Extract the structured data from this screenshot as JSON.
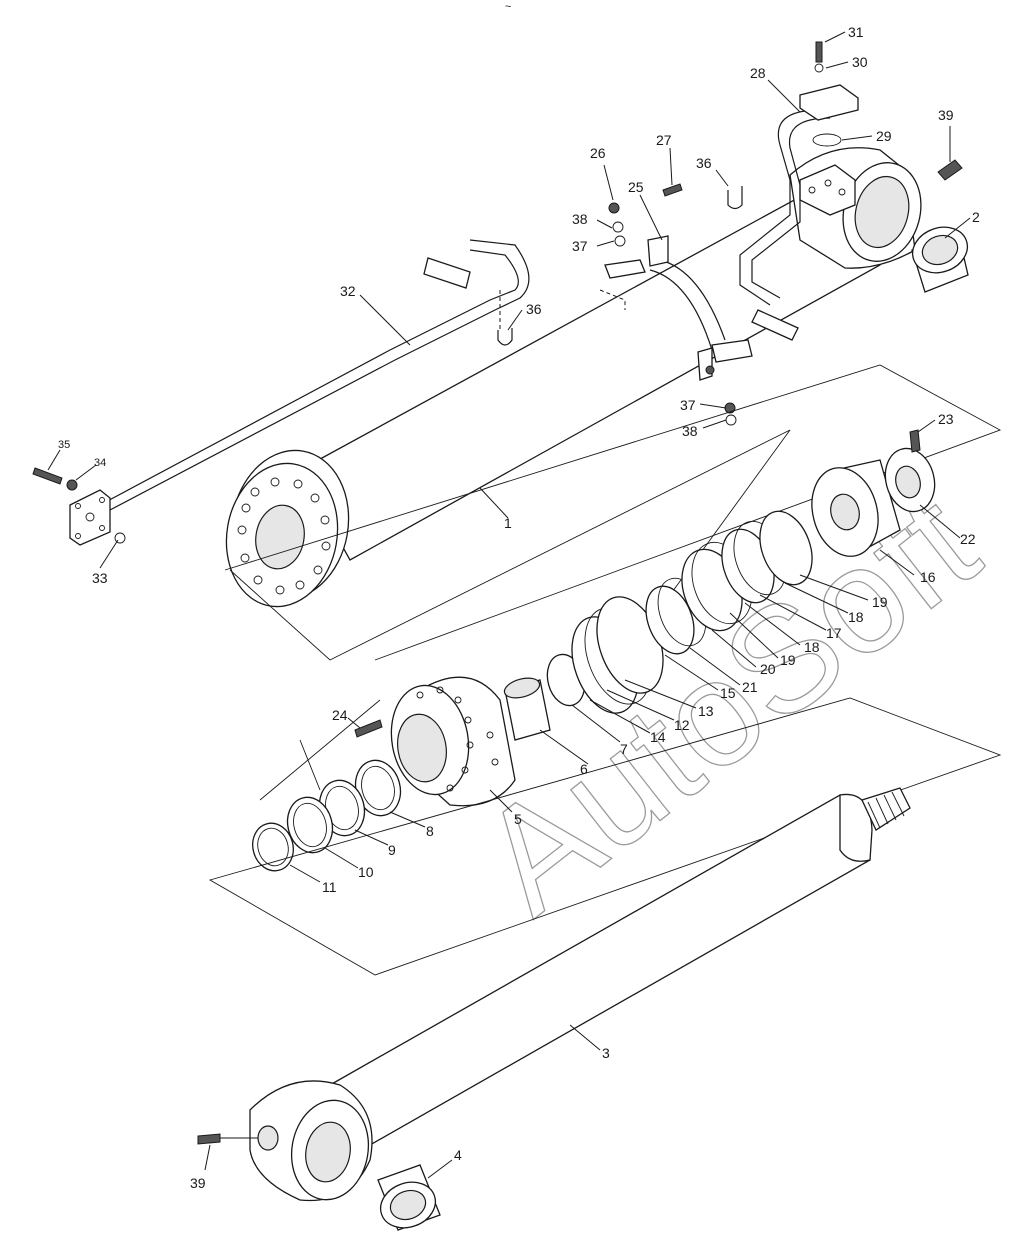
{
  "diagram": {
    "watermark": "AutoSoft",
    "top_mark": "~",
    "callouts": [
      {
        "id": "c1",
        "text": "1"
      },
      {
        "id": "c2",
        "text": "2"
      },
      {
        "id": "c3",
        "text": "3"
      },
      {
        "id": "c4",
        "text": "4"
      },
      {
        "id": "c5",
        "text": "5"
      },
      {
        "id": "c6",
        "text": "6"
      },
      {
        "id": "c7",
        "text": "7"
      },
      {
        "id": "c8",
        "text": "8"
      },
      {
        "id": "c9",
        "text": "9"
      },
      {
        "id": "c10",
        "text": "10"
      },
      {
        "id": "c11",
        "text": "11"
      },
      {
        "id": "c12",
        "text": "12"
      },
      {
        "id": "c13",
        "text": "13"
      },
      {
        "id": "c14",
        "text": "14"
      },
      {
        "id": "c15",
        "text": "15"
      },
      {
        "id": "c16",
        "text": "16"
      },
      {
        "id": "c17",
        "text": "17"
      },
      {
        "id": "c18a",
        "text": "18"
      },
      {
        "id": "c18b",
        "text": "18"
      },
      {
        "id": "c19a",
        "text": "19"
      },
      {
        "id": "c19b",
        "text": "19"
      },
      {
        "id": "c20",
        "text": "20"
      },
      {
        "id": "c21",
        "text": "21"
      },
      {
        "id": "c22",
        "text": "22"
      },
      {
        "id": "c23",
        "text": "23"
      },
      {
        "id": "c24",
        "text": "24"
      },
      {
        "id": "c25",
        "text": "25"
      },
      {
        "id": "c26",
        "text": "26"
      },
      {
        "id": "c27",
        "text": "27"
      },
      {
        "id": "c28",
        "text": "28"
      },
      {
        "id": "c29",
        "text": "29"
      },
      {
        "id": "c30",
        "text": "30"
      },
      {
        "id": "c31",
        "text": "31"
      },
      {
        "id": "c32",
        "text": "32"
      },
      {
        "id": "c33",
        "text": "33"
      },
      {
        "id": "c34",
        "text": "34"
      },
      {
        "id": "c35",
        "text": "35"
      },
      {
        "id": "c36a",
        "text": "36"
      },
      {
        "id": "c36b",
        "text": "36"
      },
      {
        "id": "c37a",
        "text": "37"
      },
      {
        "id": "c37b",
        "text": "37"
      },
      {
        "id": "c38a",
        "text": "38"
      },
      {
        "id": "c38b",
        "text": "38"
      },
      {
        "id": "c39a",
        "text": "39"
      },
      {
        "id": "c39b",
        "text": "39"
      }
    ]
  }
}
